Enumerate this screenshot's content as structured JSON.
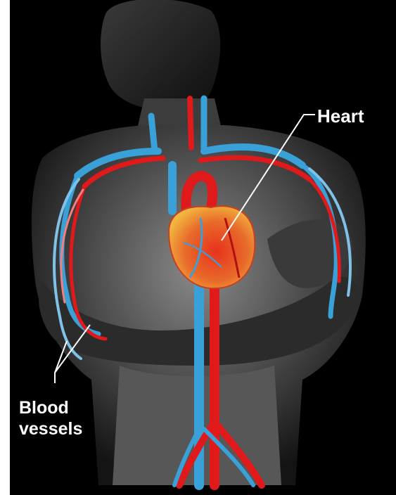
{
  "labels": {
    "heart": "Heart",
    "blood_vessels_line1": "Blood",
    "blood_vessels_line2": "vessels"
  },
  "colors": {
    "background": "#000000",
    "skin": "#5c5c5c",
    "artery": "#e0191b",
    "vein": "#3aa0d8",
    "heart": "#e8452a",
    "label_text": "#ffffff",
    "leader_line": "#ffffff"
  },
  "icons": {
    "figure": "human-torso-silhouette",
    "organ": "heart-illustration"
  }
}
